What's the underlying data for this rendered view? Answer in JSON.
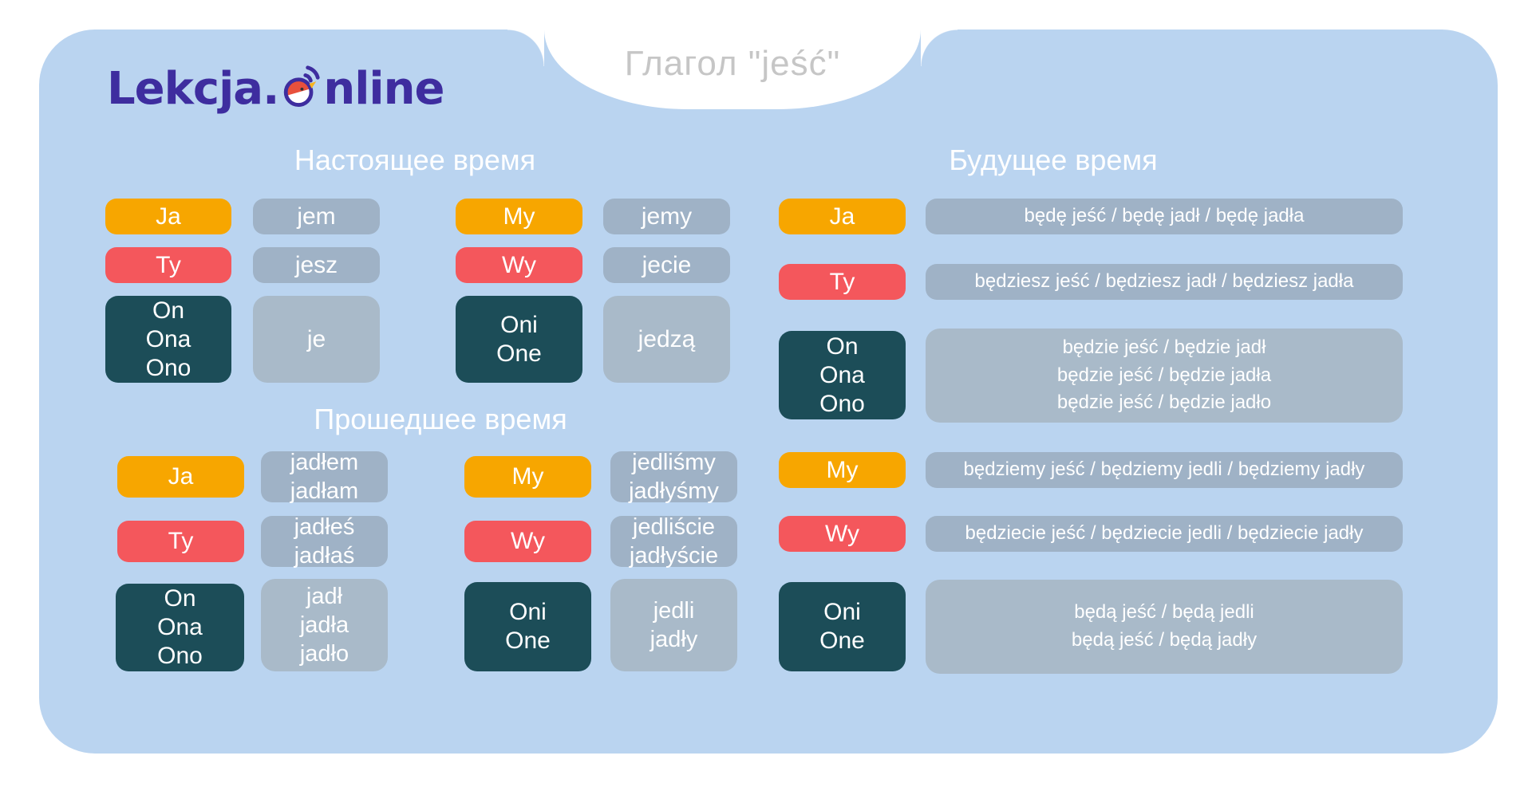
{
  "header": {
    "title": "Глагол \"jeść\"",
    "logo_text_1": "Lekcja.",
    "logo_text_2": "nline"
  },
  "colors": {
    "card_background": "#bad4f0",
    "ja_my_pill": "#f7a600",
    "ty_wy_pill": "#f4575c",
    "on_oni_pill": "#1c4d58",
    "verb_box": "#9fb2c6",
    "verb_box_light": "#a9bac9",
    "logo_purple": "#3e2d9f",
    "title_gray": "#c6c6c6",
    "heading_text": "#ffffff"
  },
  "present": {
    "heading": "Настоящее время",
    "rows": [
      {
        "pronoun": "Ja",
        "verb": "jem"
      },
      {
        "pronoun": "Ty",
        "verb": "jesz"
      },
      {
        "pronoun": "On\nOna\nOno",
        "verb": "je"
      },
      {
        "pronoun": "My",
        "verb": "jemy"
      },
      {
        "pronoun": "Wy",
        "verb": "jecie"
      },
      {
        "pronoun": "Oni\nOne",
        "verb": "jedzą"
      }
    ]
  },
  "past": {
    "heading": "Прошедшее время",
    "rows": [
      {
        "pronoun": "Ja",
        "verb": "jadłem\njadłam"
      },
      {
        "pronoun": "Ty",
        "verb": "jadłeś\njadłaś"
      },
      {
        "pronoun": "On\nOna\nOno",
        "verb": "jadł\njadła\njadło"
      },
      {
        "pronoun": "My",
        "verb": "jedliśmy\njadłyśmy"
      },
      {
        "pronoun": "Wy",
        "verb": "jedliście\njadłyście"
      },
      {
        "pronoun": "Oni\nOne",
        "verb": "jedli\njadły"
      }
    ]
  },
  "future": {
    "heading": "Будущее время",
    "rows": [
      {
        "pronoun": "Ja",
        "verb": "będę jeść / będę jadł / będę jadła"
      },
      {
        "pronoun": "Ty",
        "verb": "będziesz jeść / będziesz jadł / będziesz jadła"
      },
      {
        "pronoun": "On\nOna\nOno",
        "verb": "będzie jeść / będzie jadł\nbędzie jeść / będzie jadła\nbędzie jeść / będzie jadło"
      },
      {
        "pronoun": "My",
        "verb": "będziemy jeść / będziemy jedli / będziemy jadły"
      },
      {
        "pronoun": "Wy",
        "verb": "będziecie jeść / będziecie jedli / będziecie jadły"
      },
      {
        "pronoun": "Oni\nOne",
        "verb": "będą jeść / będą jedli\nbędą jeść / będą jadły"
      }
    ]
  }
}
